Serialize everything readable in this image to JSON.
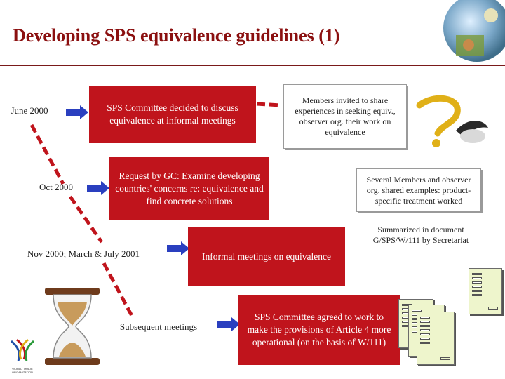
{
  "title": "Developing SPS equivalence guidelines (1)",
  "timeline": {
    "date1": "June 2000",
    "date2": "Oct 2000",
    "date3": "Nov 2000; March & July 2001",
    "date4": "Subsequent meetings"
  },
  "boxes": {
    "b1": "SPS Committee decided to discuss equivalence at informal meetings",
    "b2": "Request by GC: Examine developing countries' concerns re: equivalence and find concrete solutions",
    "b3": "Informal meetings on equivalence",
    "b4": "SPS Committee agreed to work to make the provisions of Article 4 more operational (on the basis of W/111)"
  },
  "notes": {
    "n1": "Members invited to share experiences in seeking equiv., observer org. their work on equivalence",
    "n2": "Several Members and observer org. shared examples: product-specific treatment worked",
    "n3": "Summarized in document G/SPS/W/111 by Secretariat"
  },
  "logo": {
    "text": "WORLD TRADE ORGANIZATION"
  },
  "colors": {
    "title": "#8b1010",
    "box": "#c0141c",
    "arrow": "#2a3fbf",
    "dashed": "#c0141c"
  }
}
